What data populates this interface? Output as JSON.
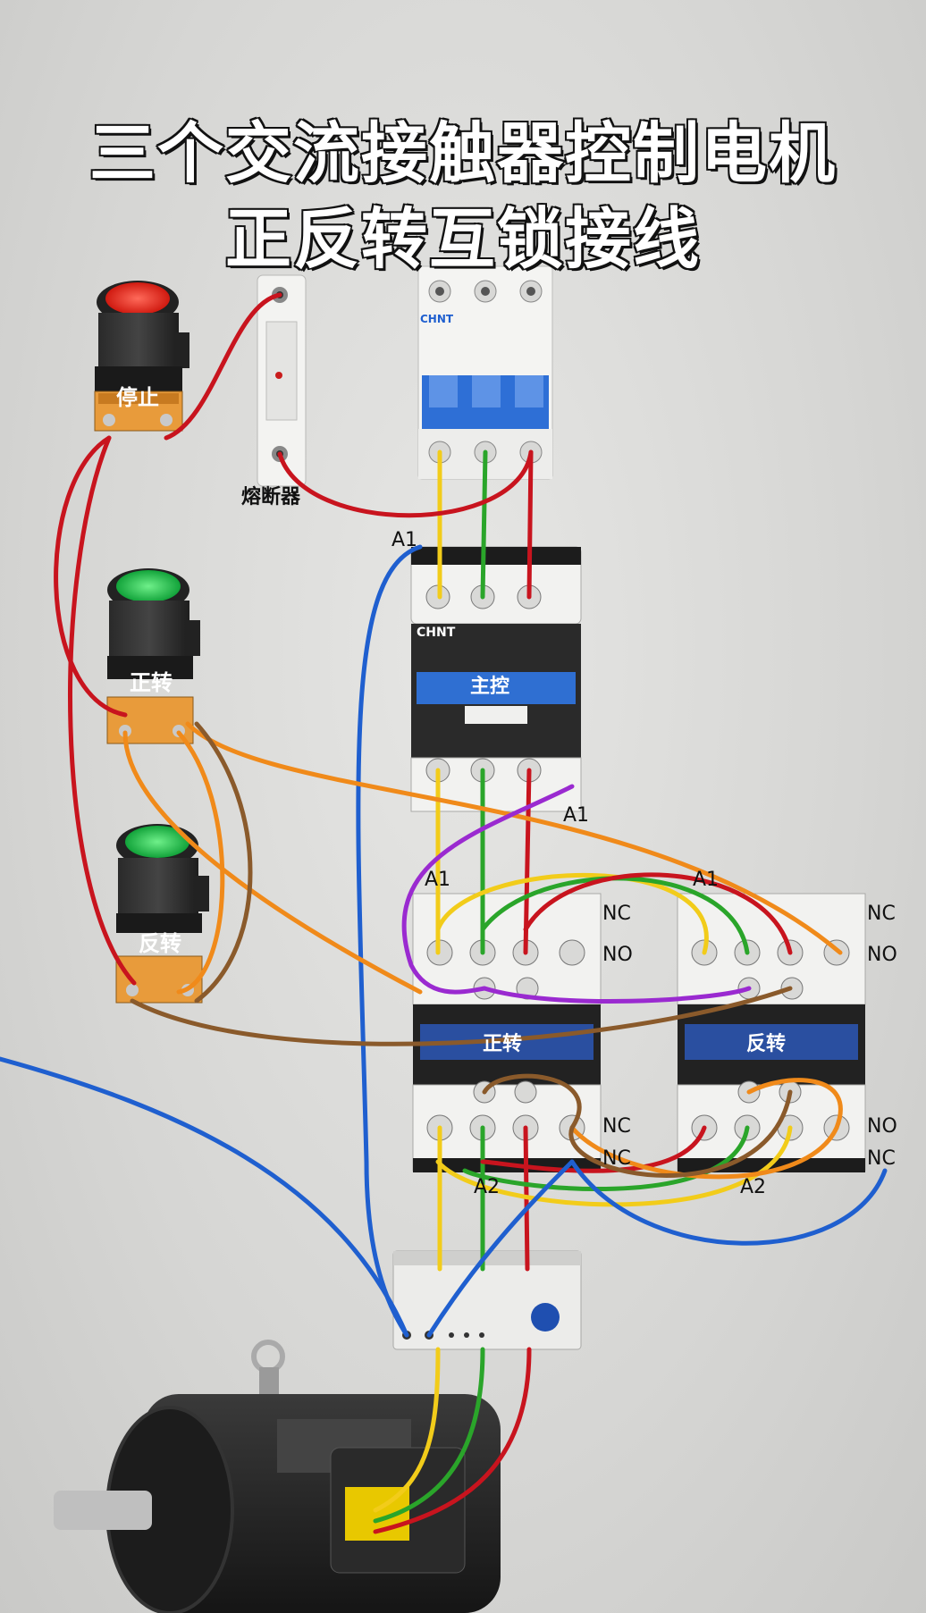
{
  "title": {
    "line1": "三个交流接触器控制电机",
    "line2": "正反转互锁接线"
  },
  "buttons": {
    "stop": "停止",
    "forward": "正转",
    "reverse": "反转"
  },
  "fuse": {
    "label": "熔断器"
  },
  "breaker": {
    "brand": "CHNT"
  },
  "contactors": {
    "main": "主控",
    "forward": "正转",
    "reverse": "反转",
    "brand": "CHNT"
  },
  "markers": {
    "a1_top": "A1",
    "a1_main_bottom": "A1",
    "a1_fwd": "A1",
    "a1_rev": "A1",
    "a2_fwd": "A2",
    "a2_rev": "A2"
  },
  "contacts": {
    "nc": "NC",
    "no": "NO"
  },
  "colors": {
    "yellow": "#f2cc1a",
    "green": "#2aa52a",
    "red": "#c8141e",
    "blue": "#1f5fcf",
    "orange": "#f08a1a",
    "brown": "#8a5a2b",
    "purple": "#9a2ad0"
  },
  "icons": [
    "stop-button-icon",
    "start-button-icon",
    "circuit-breaker-icon",
    "contactor-icon",
    "thermal-relay-icon",
    "motor-icon"
  ]
}
